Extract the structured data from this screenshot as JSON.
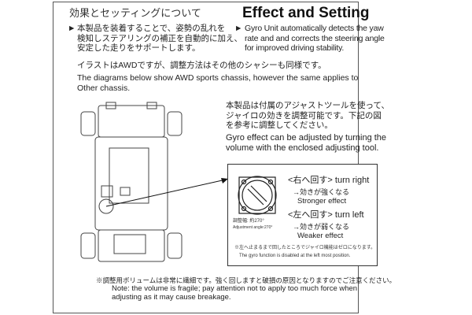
{
  "header": {
    "title_jp": "効果とセッティングについて",
    "title_en": "Effect and Setting"
  },
  "intro": {
    "jp": "本製品を装着することで、姿勢の乱れを\n検知しステアリングの補正を自動的に加え、\n安定した走りをサポートします。",
    "en": "Gyro Unit automatically detects the yaw\nrate and and corrects the steering angle\nfor improved driving stability.",
    "bullet_icon": "triangle-right"
  },
  "chassis_note": {
    "jp": "イラストはAWDですが、調整方法はその他のシャシーも同様です。",
    "en": "The diagrams below show AWD sports chassis, however the same applies to\nOther chassis."
  },
  "adjust": {
    "jp": "本製品は付属のアジャストツールを使って、\nジャイロの効きを調整可能です。下記の図\nを参考に調整してください。",
    "en": "Gyro effect can be adjusted by turning the\nvolume with the enclosed adjusting tool."
  },
  "detail": {
    "right_label": "<右へ回す> turn right",
    "right_jp": "→効きが強くなる",
    "right_en": "Stronger effect",
    "left_label": "<左へ回す> turn left",
    "left_jp": "→効きが弱くなる",
    "left_en": "Weaker effect",
    "angle_jp": "調整幅: 約270°",
    "angle_en": "Adjustment angle:270°",
    "note_jp": "※左へ止まるまで回したところでジャイロ機能はゼロになります。",
    "note_en": "The gyro function is disabled at the left most position."
  },
  "footer": {
    "jp": "※調整用ボリュームは非常に繊細です。強く回しますと破損の原因となりますのでご注意ください。",
    "en": "Note: the volume is fragile; pay attention not to apply too much force when\nadjusting as it may cause breakage."
  }
}
